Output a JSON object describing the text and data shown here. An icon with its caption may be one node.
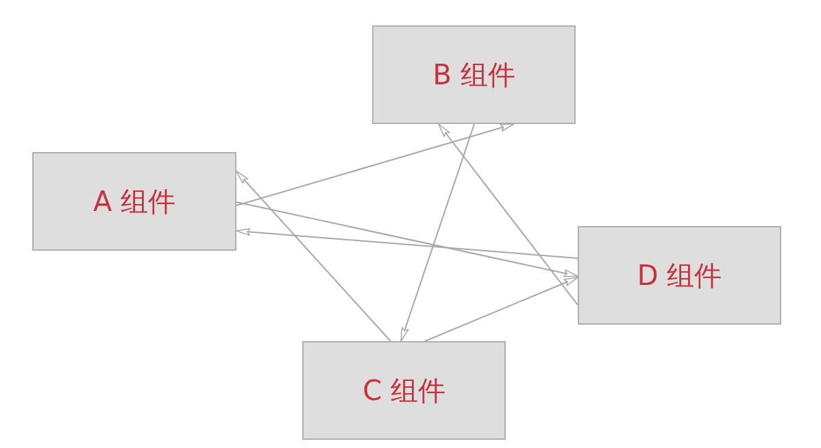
{
  "diagram": {
    "nodes": [
      {
        "text": [
          "A 组件"
        ]
      },
      {
        "text": [
          "B 组件"
        ]
      },
      {
        "text": [
          "C 组件"
        ]
      },
      {
        "text": [
          "D 组件"
        ]
      }
    ],
    "edges": [
      {
        "from": 0,
        "to": 1,
        "arrow": "to"
      },
      {
        "from": 0,
        "to": 3,
        "arrow": "to"
      },
      {
        "from": 3,
        "to": 0,
        "arrow": "to"
      },
      {
        "from": 2,
        "to": 0,
        "arrow": "to"
      },
      {
        "from": 1,
        "to": 2,
        "arrow": "to"
      },
      {
        "from": 3,
        "to": 1,
        "arrow": "to"
      },
      {
        "from": 2,
        "to": 3,
        "arrow": "to"
      }
    ]
  }
}
